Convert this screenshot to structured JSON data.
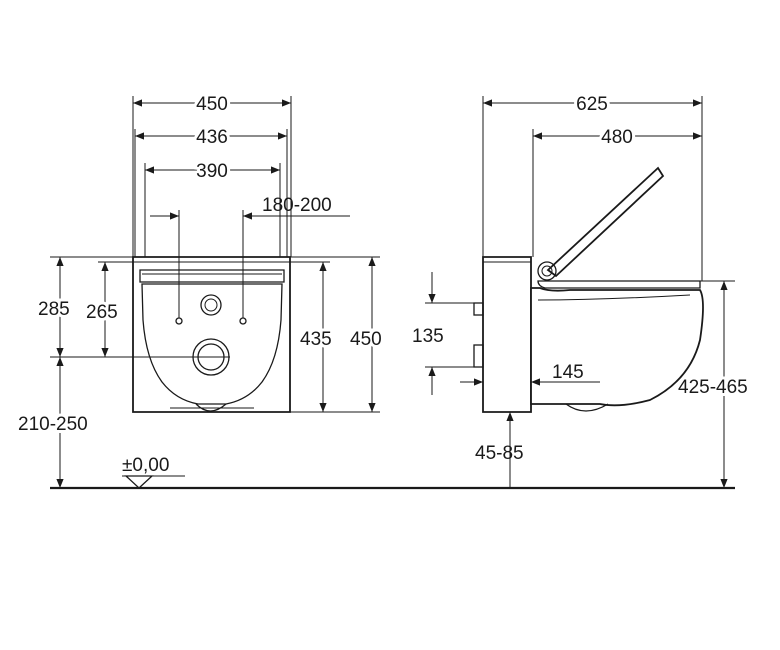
{
  "front_view": {
    "dims": {
      "width_total": "450",
      "width_frame": "436",
      "width_inner": "390",
      "fixing_spacing": "180-200",
      "height_fixing": "285",
      "height_top_fixing": "265",
      "height_body": "435",
      "height_total": "450",
      "height_floor": "210-250",
      "floor_level": "±0,00"
    }
  },
  "side_view": {
    "dims": {
      "depth_total": "625",
      "depth_bowl": "480",
      "connection_spacing": "135",
      "connection_offset": "145",
      "rim_height": "425-465",
      "wall_offset": "45-85"
    }
  }
}
